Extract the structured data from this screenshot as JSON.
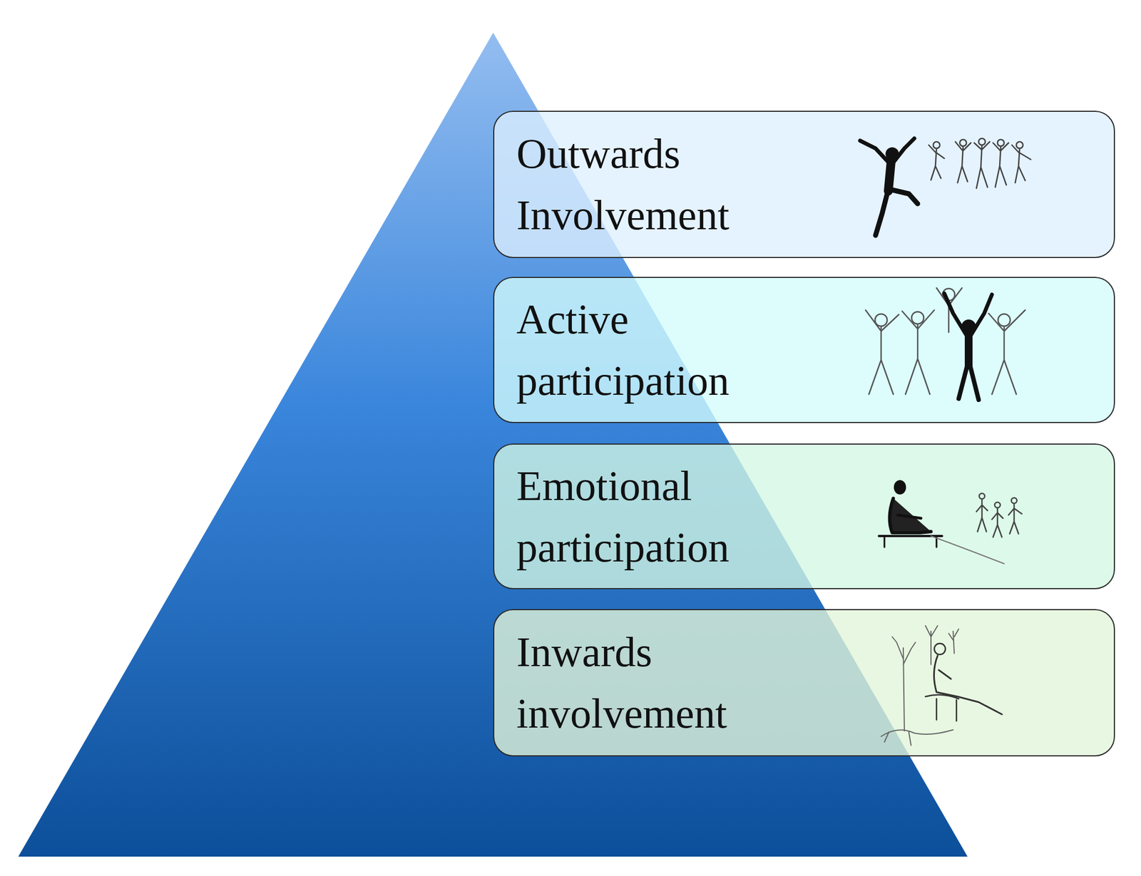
{
  "diagram": {
    "nodes": [
      {
        "text": [
          "Outwards Involvement"
        ]
      },
      {
        "text": [
          "Active participation"
        ]
      },
      {
        "text": [
          "Emotional participation"
        ]
      },
      {
        "text": [
          "Inwards involvement"
        ]
      }
    ]
  }
}
